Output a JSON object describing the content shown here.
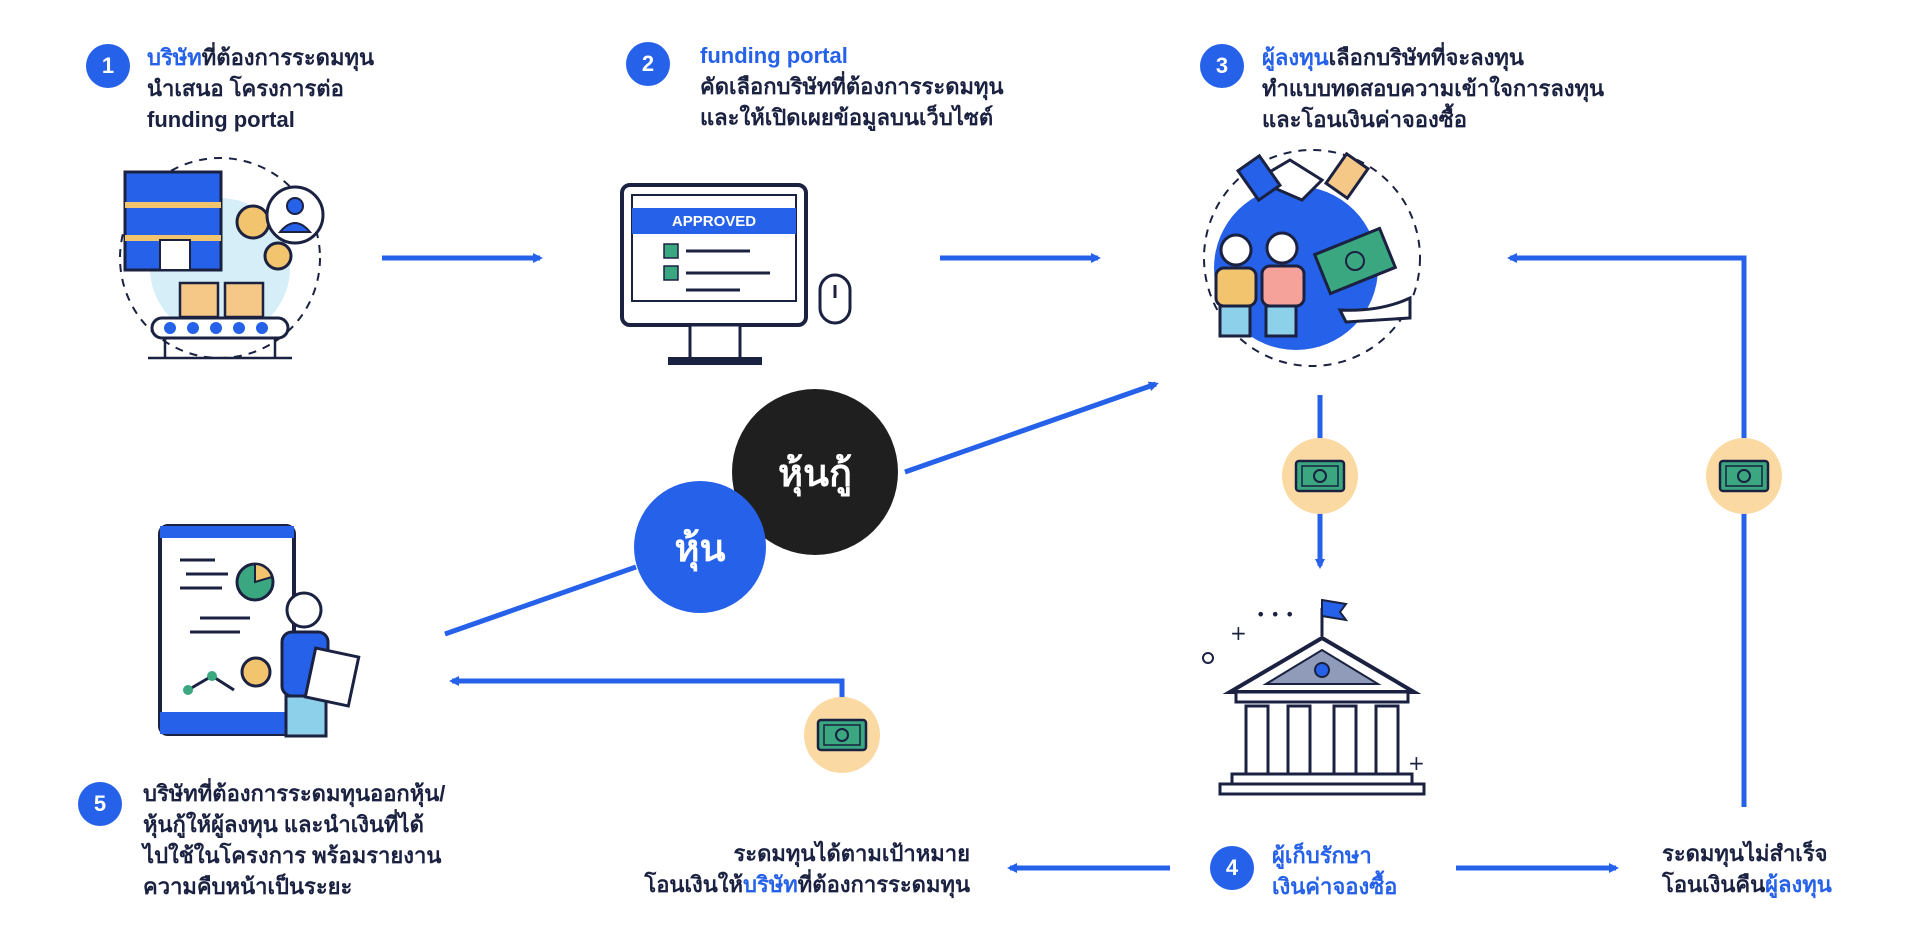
{
  "colors": {
    "accent": "#2561e9",
    "dark": "#1b2140",
    "money_bg": "#fbd9a3",
    "money": "#3aa780",
    "black_circle": "#1f1f1f"
  },
  "step1": {
    "number": "1",
    "highlight": "บริษัท",
    "rest": "ที่ต้องการระดมทุน",
    "line2": "นำเสนอ โครงการต่อ",
    "line3": "funding portal"
  },
  "step2": {
    "number": "2",
    "title": "funding portal",
    "line2": "คัดเลือกบริษัทที่ต้องการระดมทุน",
    "line3": "และให้เปิดเผยข้อมูลบนเว็บไซต์",
    "screen_label": "APPROVED"
  },
  "step3": {
    "number": "3",
    "highlight": "ผู้ลงทุน",
    "rest": "เลือกบริษัทที่จะลงทุน",
    "line2": "ทำแบบทดสอบความเข้าใจการลงทุน",
    "line3": "และโอนเงินค่าจองซื้อ"
  },
  "step4": {
    "number": "4",
    "line1": "ผู้เก็บรักษา",
    "line2": "เงินค่าจองซื้อ"
  },
  "step5": {
    "number": "5",
    "line1": "บริษัทที่ต้องการระดมทุนออกหุ้น/",
    "line2": "หุ้นกู้ให้ผู้ลงทุน และนำเงินที่ได้",
    "line3": "ไปใช้ในโครงการ พร้อมรายงาน",
    "line4": "ความคืบหน้าเป็นระยะ"
  },
  "success": {
    "line1": "ระดมทุนได้ตามเป้าหมาย",
    "line2_pre": "โอนเงินให้",
    "line2_highlight": "บริษัท",
    "line2_post": "ที่ต้องการระดมทุน"
  },
  "failure": {
    "line1": "ระดมทุนไม่สำเร็จ",
    "line2_pre": "โอนเงินคืน",
    "line2_highlight": "ผู้ลงทุน"
  },
  "instruments": {
    "share": "หุ้น",
    "debenture": "หุ้นกู้"
  },
  "icons": [
    "factory-icon",
    "computer-approved-icon",
    "investor-handshake-icon",
    "bank-icon",
    "tablet-report-icon",
    "money-icon"
  ]
}
